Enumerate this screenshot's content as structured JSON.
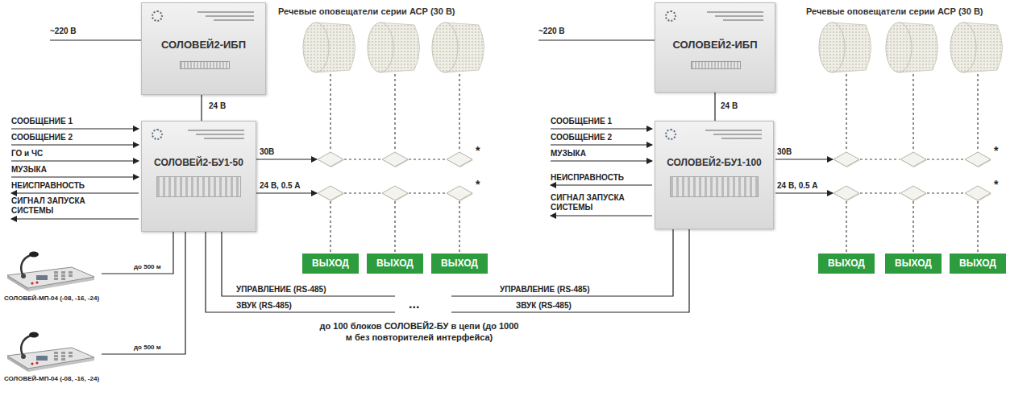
{
  "diagram": {
    "nodes": [
      {
        "text": [
          "СОЛОВЕЙ2-ИБП"
        ]
      },
      {
        "text": [
          "СОЛОВЕЙ2-БУ1-50"
        ]
      },
      {
        "text": [
          "ВЫХОД"
        ]
      },
      {
        "text": [
          "ВЫХОД"
        ]
      },
      {
        "text": [
          "ВЫХОД"
        ]
      },
      {
        "text": [
          "СОЛОВЕЙ2-ИБП"
        ]
      },
      {
        "text": [
          "СОЛОВЕЙ2-БУ1-100"
        ]
      },
      {
        "text": [
          "ВЫХОД"
        ]
      },
      {
        "text": [
          "ВЫХОД"
        ]
      },
      {
        "text": [
          "ВЫХОД"
        ]
      },
      {
        "text": [
          "СОЛОВЕЙ-МП-04 (-08, -16, -24)"
        ]
      },
      {
        "text": [
          "СОЛОВЕЙ-МП-04 (-08, -16, -24)"
        ]
      }
    ],
    "edges": [
      {
        "from": 0,
        "to": 1,
        "arrow": "none",
        "label": "24 В"
      },
      {
        "from": 5,
        "to": 6,
        "arrow": "none",
        "label": "24 В"
      },
      {
        "from": 10,
        "to": 1,
        "arrow": "none",
        "label": "до 500 м"
      },
      {
        "from": 11,
        "to": 1,
        "arrow": "none",
        "label": "до 500 м"
      },
      {
        "from": 1,
        "to": 6,
        "arrow": "none",
        "label": "УПРАВЛЕНИЕ (RS-485)"
      },
      {
        "from": 1,
        "to": 6,
        "arrow": "none",
        "label": "ЗВУК (RS-485)"
      }
    ],
    "labels": [
      "~220 В",
      "Речевые оповещатели серии АСР (30 В)",
      "СООБЩЕНИЕ 1",
      "СООБЩЕНИЕ 2",
      "ГО и ЧС",
      "МУЗЫКА",
      "НЕИСПРАВНОСТЬ",
      "СИГНАЛ ЗАПУСКА СИСТЕМЫ",
      "30В",
      "24 В, 0.5 А",
      "*",
      "*",
      "~220 В",
      "Речевые оповещатели серии АСР (30 В)",
      "СООБЩЕНИЕ 1",
      "СООБЩЕНИЕ 2",
      "МУЗЫКА",
      "НЕИСПРАВНОСТЬ",
      "СИГНАЛ ЗАПУСКА СИСТЕМЫ",
      "30В",
      "24 В, 0.5 А",
      "*",
      "*",
      "УПРАВЛЕНИЕ (RS-485)",
      "ЗВУК (RS-485)",
      "...",
      "до 100 блоков СОЛОВЕЙ2-БУ в цепи (до 1000 м без повторителей интерфейса)"
    ]
  }
}
